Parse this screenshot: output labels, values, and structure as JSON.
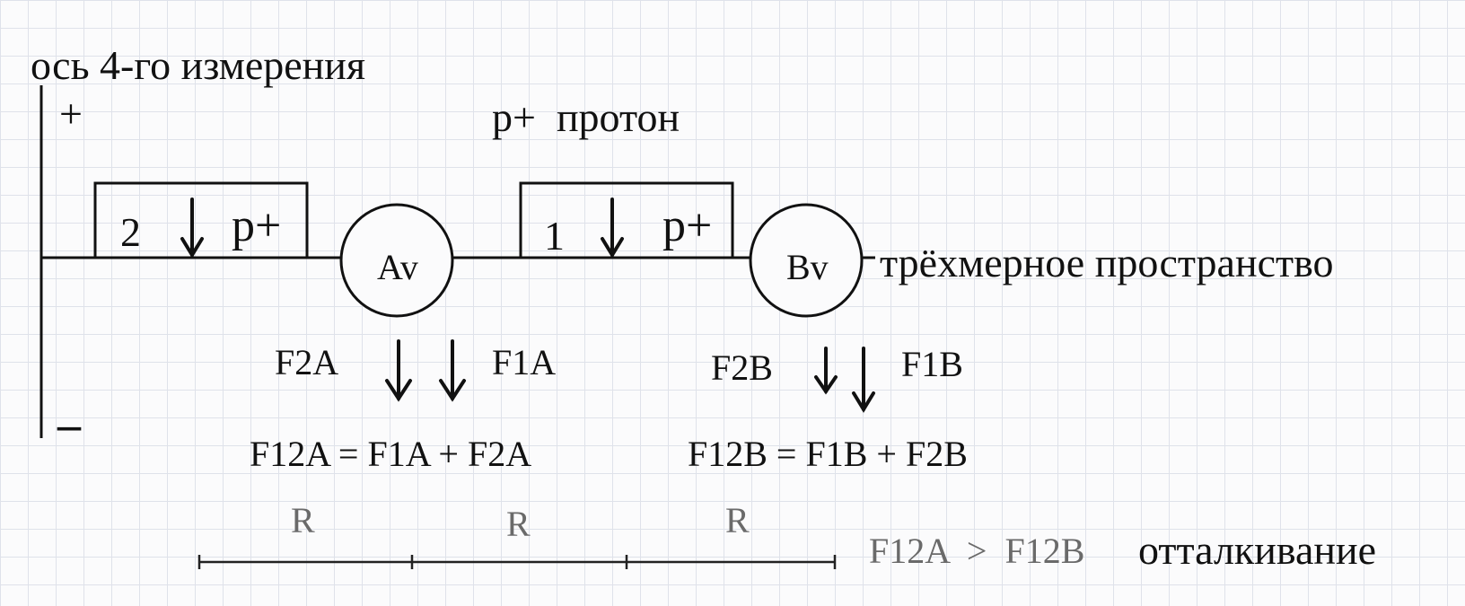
{
  "axis": {
    "label": "ось 4-го измерения",
    "plus": "+",
    "minus": "–"
  },
  "proton": {
    "label": "p+  протон"
  },
  "space": {
    "label": "трёхмерное пространство"
  },
  "box1": {
    "number": "2",
    "particle": "p+"
  },
  "box2": {
    "number": "1",
    "particle": "p+"
  },
  "point_a": {
    "label": "Av"
  },
  "point_b": {
    "label": "Bv"
  },
  "forces": {
    "f2a": "F2A",
    "f1a": "F1A",
    "f2b": "F2B",
    "f1b": "F1B",
    "sum_a": "F12A = F1A + F2A",
    "sum_b": "F12B = F1B + F2B"
  },
  "distances": [
    "R",
    "R",
    "R"
  ],
  "result": {
    "comparison": "F12A  >  F12B",
    "text": "отталкивание"
  }
}
